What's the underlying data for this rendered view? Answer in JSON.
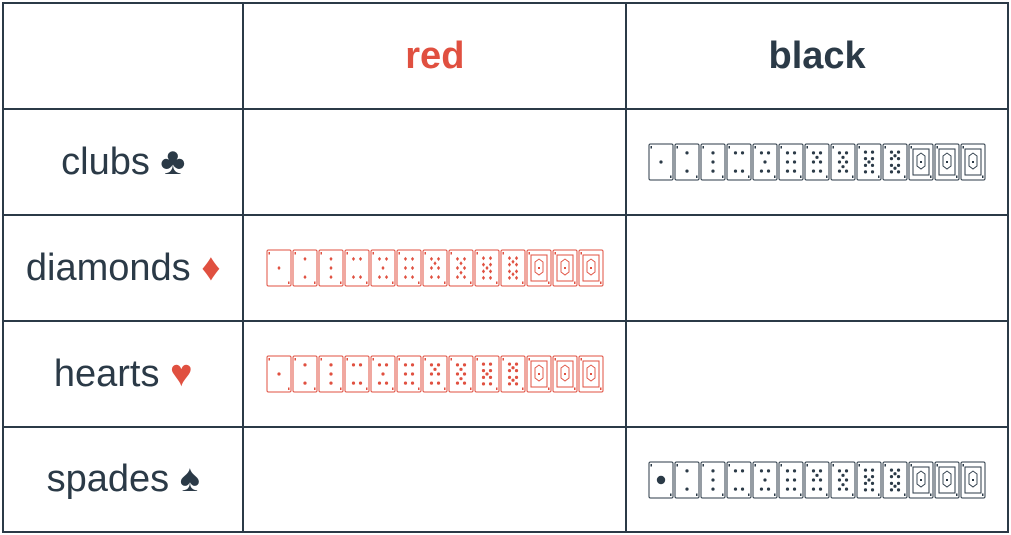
{
  "header": {
    "red": "red",
    "black": "black"
  },
  "colors": {
    "red": "#e05040",
    "black": "#2b3a47"
  },
  "rows": [
    {
      "label": "clubs",
      "suit_symbol": "♣",
      "suit_icon": "club-icon",
      "color": "black"
    },
    {
      "label": "diamonds",
      "suit_symbol": "♦",
      "suit_icon": "diamond-icon",
      "color": "red"
    },
    {
      "label": "hearts",
      "suit_symbol": "♥",
      "suit_icon": "heart-icon",
      "color": "red"
    },
    {
      "label": "spades",
      "suit_symbol": "♠",
      "suit_icon": "spade-icon",
      "color": "black"
    }
  ],
  "ranks": [
    "A",
    "2",
    "3",
    "4",
    "5",
    "6",
    "7",
    "8",
    "9",
    "10",
    "J",
    "Q",
    "K"
  ]
}
